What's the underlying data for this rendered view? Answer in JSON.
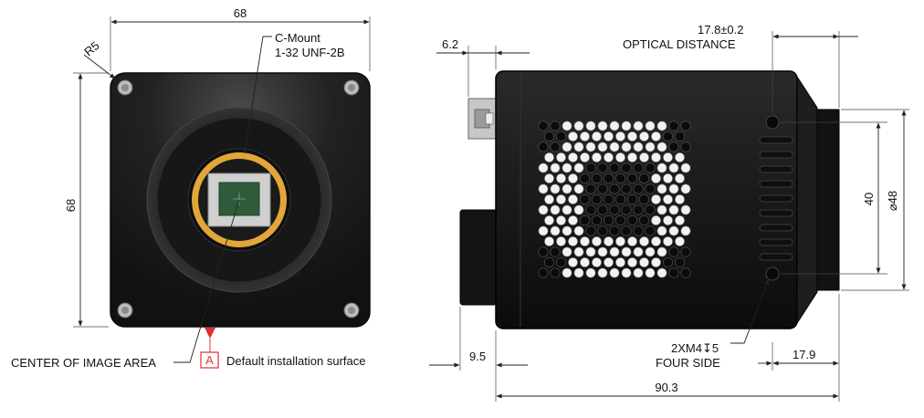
{
  "front_view": {
    "width_dim": "68",
    "height_dim": "68",
    "corner_radius": "R5",
    "mount_line1": "C-Mount",
    "mount_line2": "1-32 UNF-2B",
    "center_label": "CENTER OF IMAGE AREA",
    "datum_letter": "A",
    "datum_label": "Default installation surface"
  },
  "side_view": {
    "connector_dim": "6.2",
    "optical_value": "17.8±0.2",
    "optical_label": "OPTICAL DISTANCE",
    "hole_spacing": "40",
    "flange_diameter": "⌀48",
    "screw_spec": "2XM4↧5",
    "screw_note": "FOUR SIDE",
    "rear_dim": "9.5",
    "front_dim": "17.9",
    "length_dim": "90.3"
  },
  "colors": {
    "body": "#1c1c1e",
    "body_edge": "#2e2e30",
    "sensor_ring": "#e2a63a",
    "sensor": "#2f5b3a",
    "datum_red": "#e03030"
  }
}
